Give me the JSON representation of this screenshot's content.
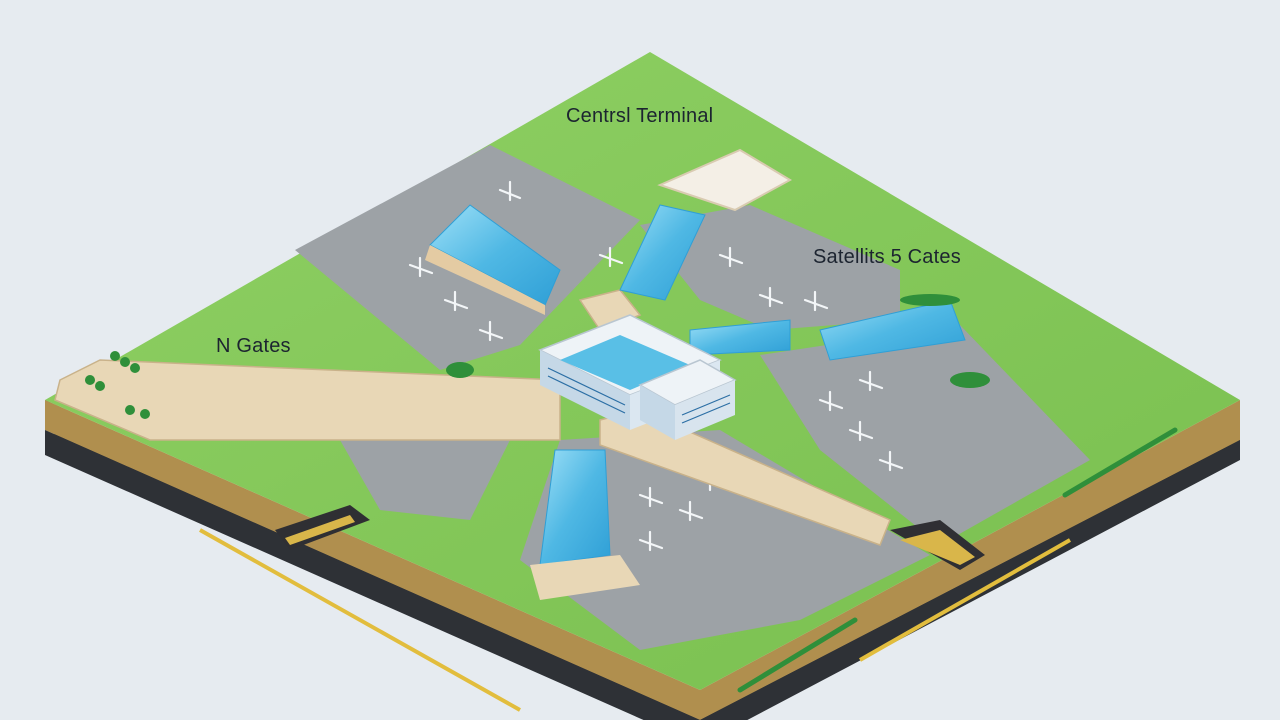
{
  "labels": {
    "central": "Centrsl Terminal",
    "satellite": "Satellits 5 Cates",
    "north": "N Gates"
  },
  "colors": {
    "background": "#e6ebf0",
    "grass": "#86c95a",
    "apron": "#9da2a6",
    "glass": "#59bfe6",
    "walkway": "#e8d7b6",
    "soil": "#b08f4e",
    "base": "#3c3f45",
    "rail": "#e2bd3d"
  }
}
